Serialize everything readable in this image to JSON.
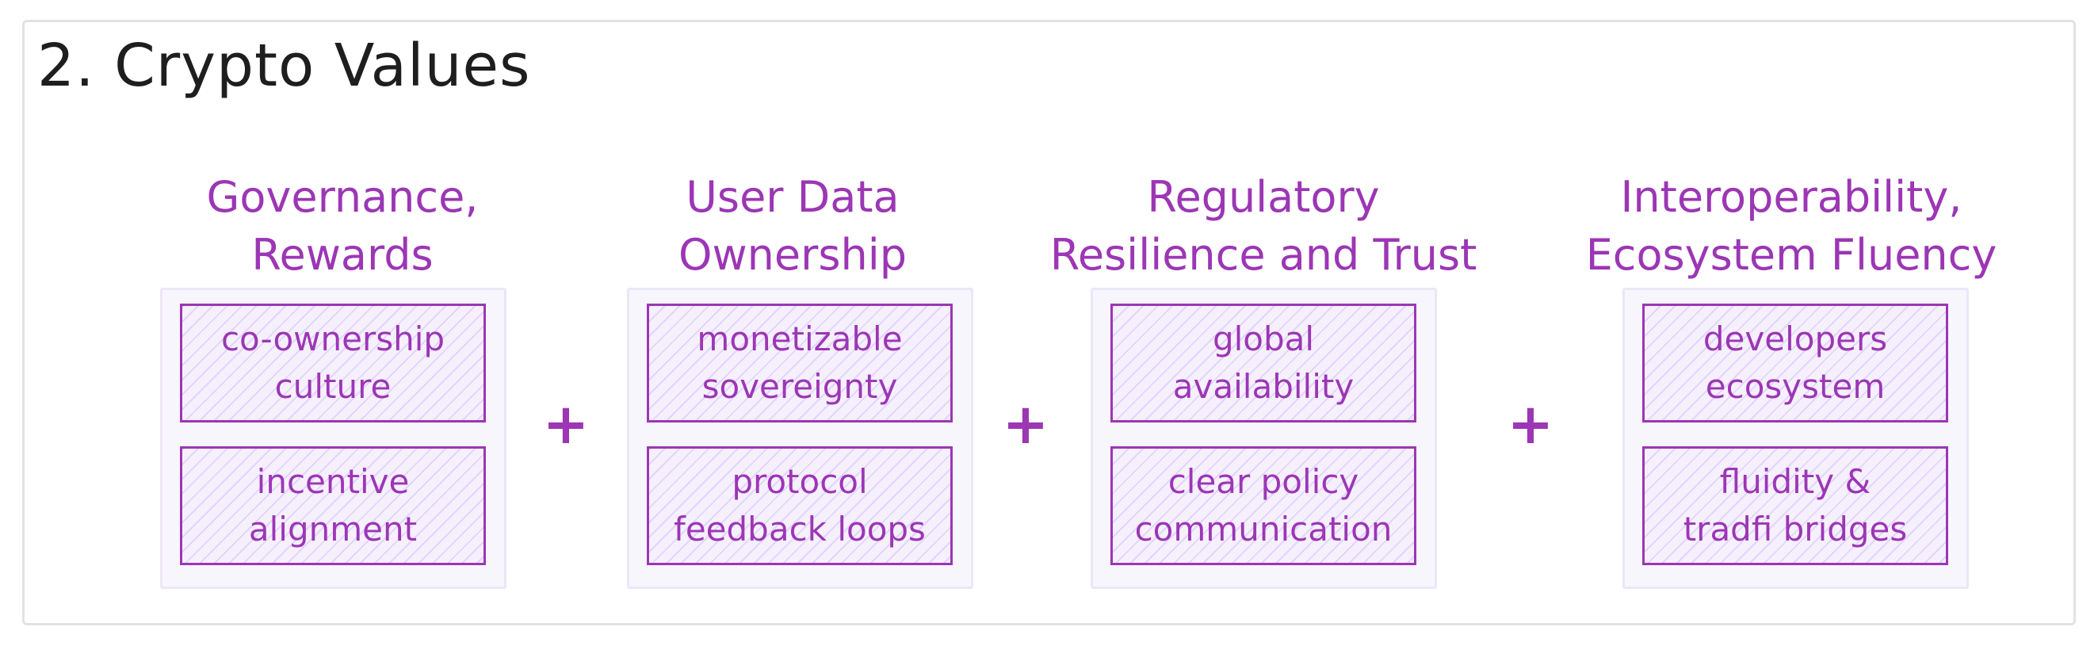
{
  "title": "2. Crypto Values",
  "columns": [
    {
      "heading": [
        "Governance,",
        "Rewards"
      ],
      "cards": [
        "co-ownership\nculture",
        "incentive\nalignment"
      ]
    },
    {
      "heading": [
        "User Data",
        "Ownership"
      ],
      "cards": [
        "monetizable\nsovereignty",
        "protocol\nfeedback loops"
      ]
    },
    {
      "heading": [
        "Regulatory",
        "Resilience and Trust"
      ],
      "cards": [
        "global\navailability",
        "clear policy\ncommunication"
      ]
    },
    {
      "heading": [
        "Interoperability,",
        "Ecosystem Fluency"
      ],
      "cards": [
        "developers\necosystem",
        "fluidity &\ntradfi bridges"
      ]
    }
  ],
  "operators": [
    "+",
    "+",
    "+"
  ],
  "colors": {
    "accent": "#9c36b5",
    "title": "#1e1e1e",
    "group_fill": "#f8f6fd",
    "hatch": "#d0bfff",
    "frame": "#e2e2e2"
  }
}
